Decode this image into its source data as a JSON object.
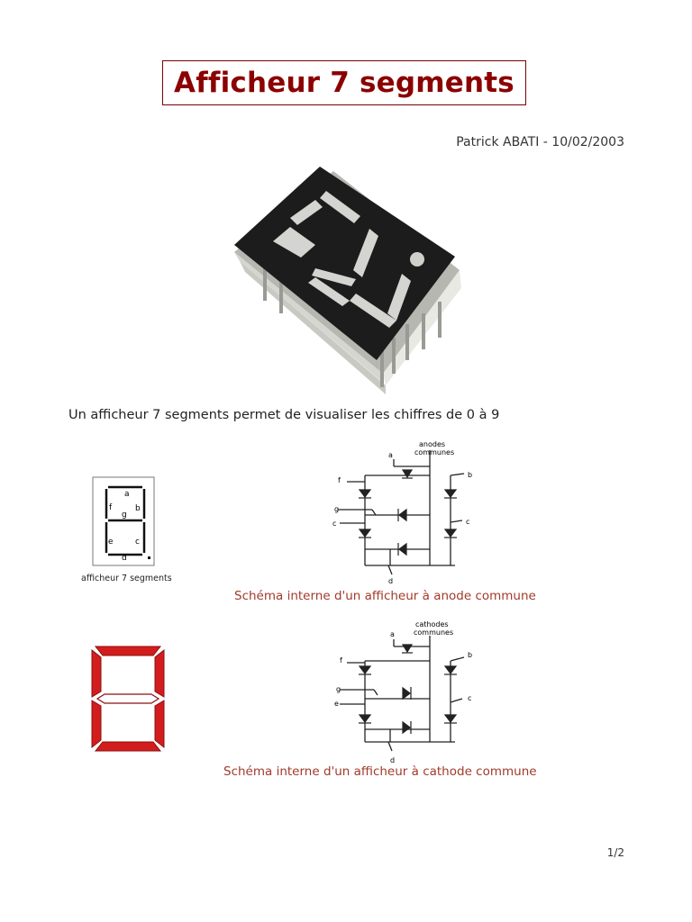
{
  "document": {
    "title": "Afficheur 7 segments",
    "author_line": "Patrick ABATI - 10/02/2003",
    "intro": "Un afficheur 7 segments permet de visualiser les chiffres de 0 à 9",
    "page_number": "1/2"
  },
  "small_display": {
    "segment_letters": [
      "a",
      "f",
      "b",
      "g",
      "e",
      "c",
      "d"
    ],
    "caption": "afficheur 7 segments"
  },
  "anode_schematic": {
    "common_label": [
      "anodes",
      "communes"
    ],
    "pin_labels": [
      "a",
      "b",
      "f",
      "g",
      "c",
      "c",
      "d"
    ],
    "caption": "Schéma interne d'un afficheur à anode commune"
  },
  "cathode_schematic": {
    "common_label": [
      "cathodes",
      "communes"
    ],
    "pin_labels": [
      "a",
      "b",
      "f",
      "g",
      "e",
      "c",
      "d"
    ],
    "caption": "Schéma interne d'un afficheur à cathode commune"
  },
  "colors": {
    "title": "#8b0000",
    "caption": "#a23a2a",
    "red_segment": "#d31d1d"
  }
}
